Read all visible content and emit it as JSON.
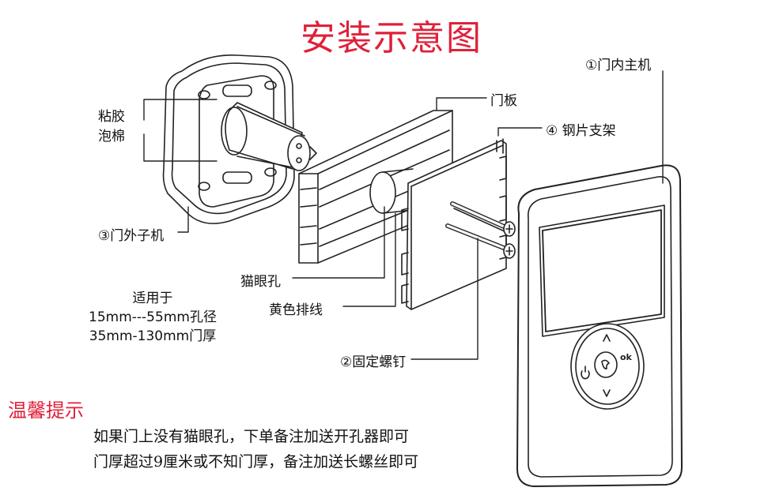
{
  "title": "安装示意图",
  "labels": {
    "indoor_unit": "①门内主机",
    "door_panel": "门板",
    "steel_bracket": "④ 钢片支架",
    "adhesive_foam_line1": "粘胶",
    "adhesive_foam_line2": "泡棉",
    "outdoor_unit": "③门外子机",
    "peephole": "猫眼孔",
    "yellow_cable": "黄色排线",
    "fixing_screw": "②固定螺钉"
  },
  "applicability": {
    "line1": "适用于",
    "line2": "15mm---55mm孔径",
    "line3": "35mm-130mm门厚"
  },
  "tips": {
    "title": "温馨提示",
    "line1": "如果门上没有猫眼孔，下单备注加送开孔器即可",
    "line2": "门厚超过9厘米或不知门厚，备注加送长螺丝即可"
  },
  "colors": {
    "accent_red": "#e0203a",
    "line": "#222222"
  },
  "icons": [
    "power-icon",
    "up-arrow-icon",
    "down-arrow-icon",
    "call-icon",
    "ok-icon"
  ],
  "button_text": {
    "ok": "ok"
  }
}
